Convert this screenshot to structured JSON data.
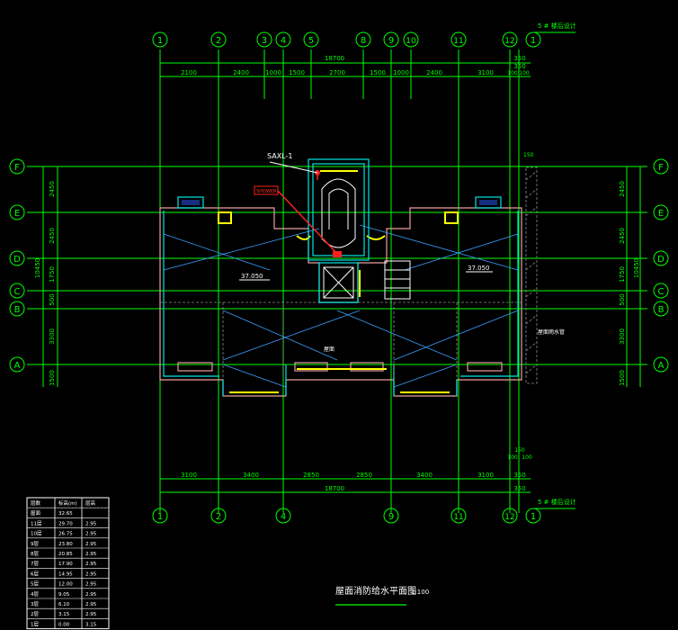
{
  "axes_top": [
    "1",
    "2",
    "3",
    "4",
    "5",
    "8",
    "9",
    "10",
    "11",
    "12",
    "1"
  ],
  "axes_bottom": [
    "1",
    "2",
    "4",
    "9",
    "11",
    "12",
    "1"
  ],
  "axes_side": [
    "F",
    "E",
    "D",
    "C",
    "B",
    "A"
  ],
  "axis_note_top": "5 # 楼后设计",
  "axis_note_bottom": "5 # 楼后设计",
  "dims_top_total": "18700",
  "dims_top_350": "350",
  "dims_top": [
    "2100",
    "2400",
    "1000",
    "1500",
    "2700",
    "1500",
    "1000",
    "2400",
    "3100",
    "100",
    "100"
  ],
  "dims_bottom_total": "18700",
  "dims_bottom_350": "350",
  "dims_bottom": [
    "3100",
    "3400",
    "2850",
    "2850",
    "3400",
    "3100"
  ],
  "dims_bottom_small": [
    "150",
    "100",
    "100"
  ],
  "dims_left": [
    "2450",
    "2450",
    "1750",
    "500",
    "3300",
    "1500"
  ],
  "dims_left_total": "10450",
  "dims_right": [
    "2450",
    "2450",
    "1750",
    "500",
    "3300",
    "1500"
  ],
  "dims_right_total": "10450",
  "label_riser": "SAXL-1",
  "label_red_box": "SHOWER",
  "label_elev_left": "37.050",
  "label_elev_right": "37.050",
  "label_right_note": "屋面雨水管",
  "label_center_note": "屋面",
  "label_top_right_small": "150",
  "title": "屋面消防给水平面图",
  "scale": "1:100",
  "table": {
    "headers": [
      "层数",
      "标高(m)",
      "层高"
    ],
    "rows": [
      [
        "屋面",
        "32.65",
        ""
      ],
      [
        "11层",
        "29.70",
        "2.95"
      ],
      [
        "10层",
        "26.75",
        "2.95"
      ],
      [
        "9层",
        "23.80",
        "2.95"
      ],
      [
        "8层",
        "20.85",
        "2.95"
      ],
      [
        "7层",
        "17.90",
        "2.95"
      ],
      [
        "6层",
        "14.95",
        "2.95"
      ],
      [
        "5层",
        "12.00",
        "2.95"
      ],
      [
        "4层",
        "9.05",
        "2.95"
      ],
      [
        "3层",
        "6.10",
        "2.95"
      ],
      [
        "2层",
        "3.15",
        "2.95"
      ],
      [
        "1层",
        "0.00",
        "3.15"
      ]
    ]
  }
}
